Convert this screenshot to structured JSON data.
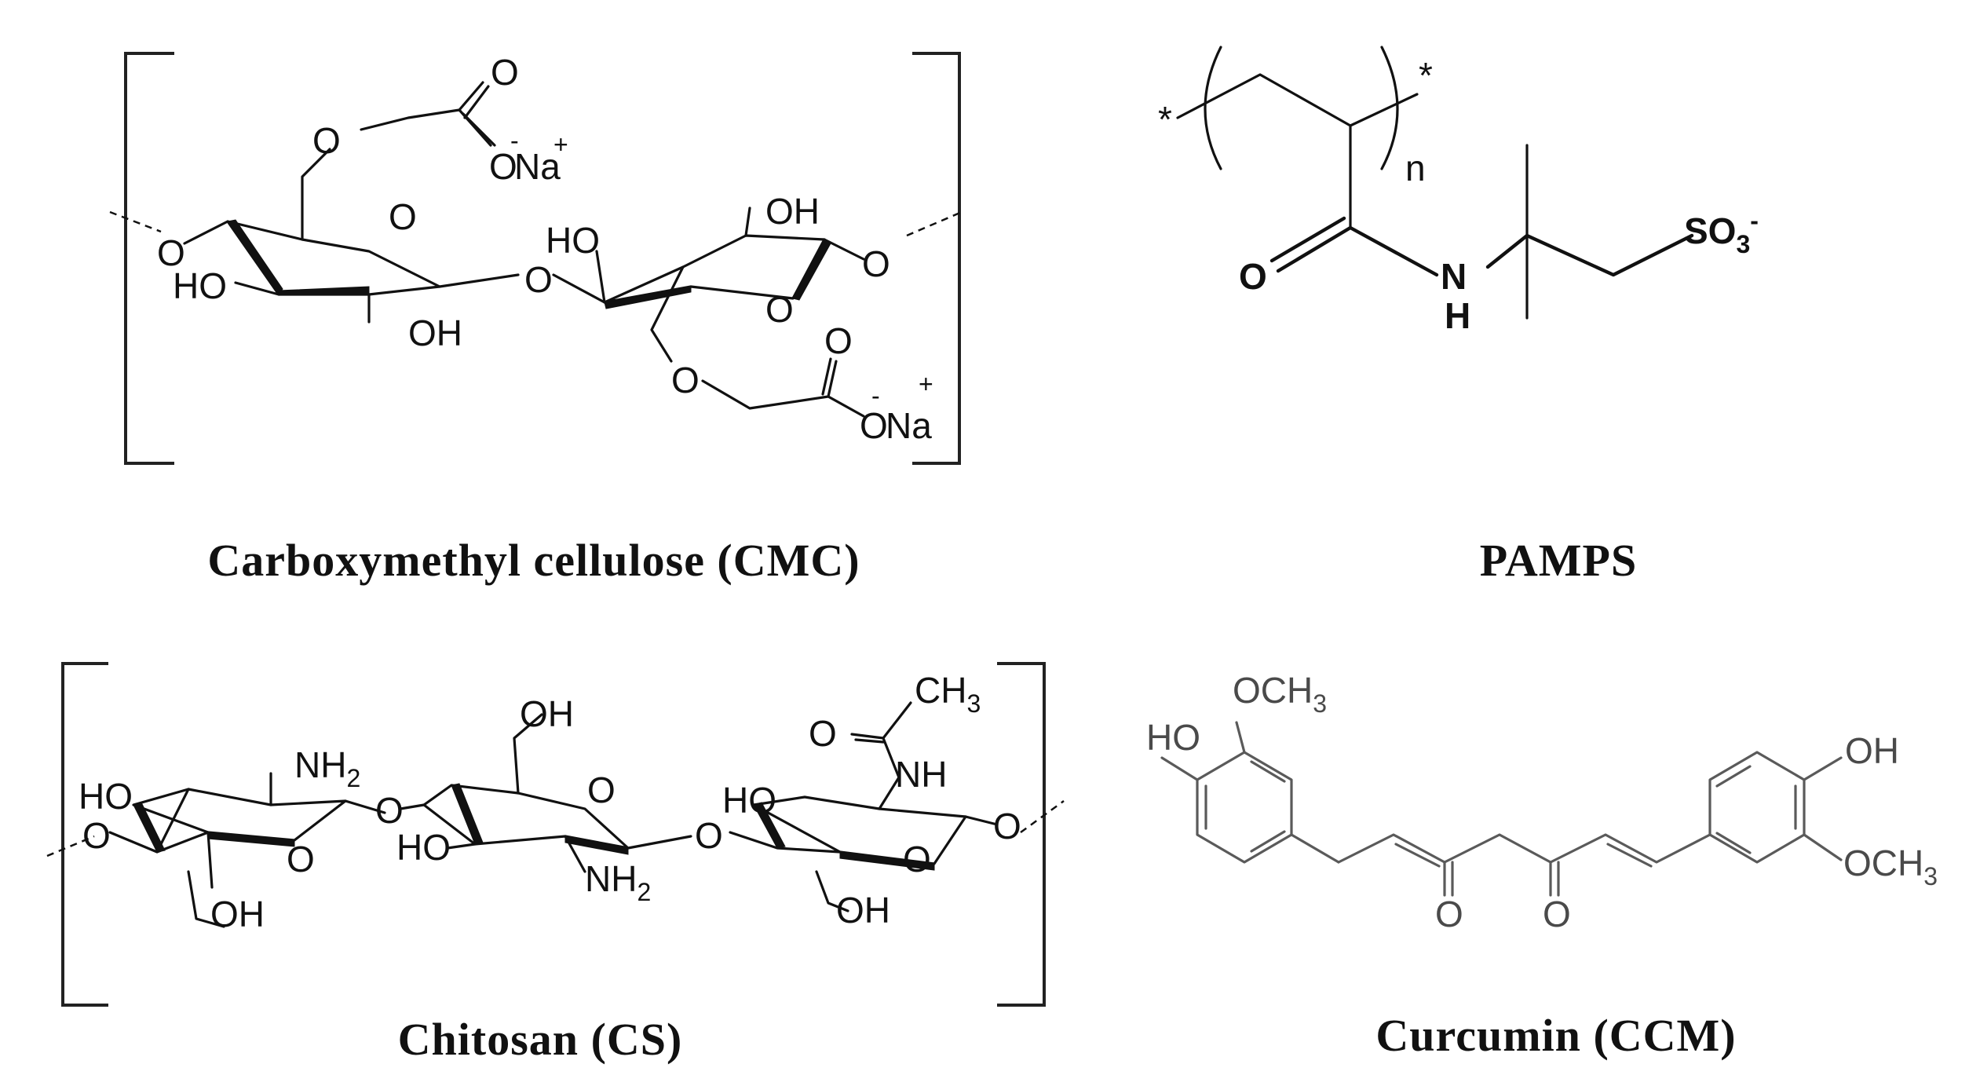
{
  "figure": {
    "panels": [
      {
        "id": "cmc",
        "caption": "Carboxymethyl cellulose (CMC)"
      },
      {
        "id": "pamps",
        "caption": "PAMPS"
      },
      {
        "id": "cs",
        "caption": "Chitosan (CS)"
      },
      {
        "id": "ccm",
        "caption": "Curcumin (CCM)"
      }
    ]
  },
  "atoms": {
    "O": "O",
    "HO": "HO",
    "OH": "OH",
    "Na": "Na",
    "N": "N",
    "H": "H",
    "NH": "NH",
    "NH2_main": "NH",
    "sub_2": "2",
    "sub_3": "3",
    "SO": "SO",
    "CH": "CH",
    "OCH": "OCH",
    "n": "n",
    "star": "*",
    "minus": "-",
    "plus": "+"
  },
  "colors": {
    "ink": "#111111",
    "curcumin_ink": "#5a5a5a",
    "background": "#ffffff"
  }
}
